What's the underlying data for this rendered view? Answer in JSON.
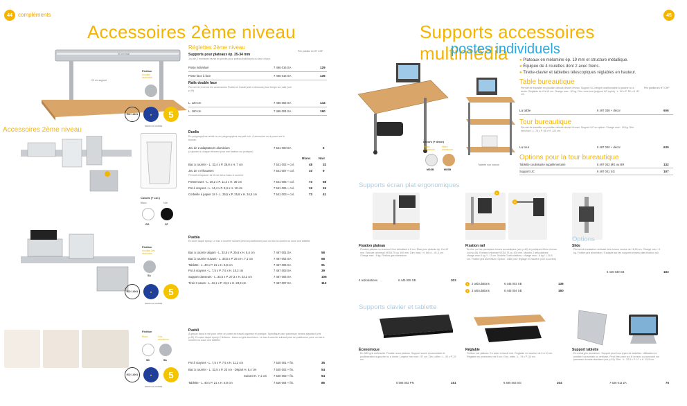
{
  "left_page": {
    "page_number": "44",
    "section_label": "compléments",
    "title": "Accessoires 2ème niveau",
    "rails": {
      "subtitle": "Réglettes 2ème niveau",
      "dim_top": "50 cm total",
      "dim_side": "20 cm support",
      "public_note": "Prix publics en HT CHF",
      "finish_label": "Finition",
      "finish_sub": "Anodisé aluminium",
      "group1_title": "Supports pour plateaux ép. 25-34 mm",
      "group1_desc": "Jeu de 2 montants munis de pinces pour poteau individuels ou face à face.",
      "group1_rows": [
        {
          "label": "Poste individuel",
          "ref": "7 466 016 SA",
          "price": "129"
        },
        {
          "label": "Poste face à face",
          "ref": "7 466 015 SA",
          "price": "136"
        }
      ],
      "group2_title": "Rails double face",
      "group2_desc": "Permet de recevoir les accessoires Puebla et Duola (voir ci-dessous) tout temps sur rails (voir p.49)",
      "group2_rows": [
        {
          "label": "L. 120 cm",
          "ref": "7 466 002 SA",
          "price": "144"
        },
        {
          "label": "L. 160 cm",
          "ref": "7 466 004 SA",
          "price": "190"
        }
      ],
      "cert_iso": "ISO 14001",
      "cert_five": "5",
      "cert_caption": "dans nos usines"
    },
    "duola": {
      "section": "Accessoires 2ème niveau",
      "title": "Duolis",
      "desc": "En polypropylène teinté ou en polypropylène recyclé noir. À accrocher ou à poser sur le bureau.",
      "kit_label": "Jeu de 2 adaptateurs aluminium",
      "kit_note": "(à ajouter à chaque élément pour une fixation sur protique)",
      "kit_ref": "7 541 000 SA",
      "kit_price": "8",
      "colors_label": "Coloris (+ col.)",
      "color_blanc": "Blanc",
      "color_noir": "Noir",
      "color_code1": "GO",
      "color_code2": "CF",
      "col_head_blanc": "Blanc",
      "col_head_noir": "Noir",
      "rows": [
        {
          "label": "Bac à courrier - L. 33,4 x P. 26,8 x H. 7 cm",
          "ref": "7 541 002 + col.",
          "p1": "48",
          "p2": "32"
        },
        {
          "label": "Jeu de 4 réhausses",
          "ref": "7 541 007 + col.",
          "p1": "10",
          "p2": "9"
        },
        {
          "label": "Permet d'espacer de 5 cm deux bacs à courrier",
          "ref": "",
          "p1": "",
          "p2": ""
        },
        {
          "label": "Porterevues - L. 26,2 x P. 11,2 x H. 30 cm",
          "ref": "7 541 005 + col.",
          "p1": "73",
          "p2": "58"
        },
        {
          "label": "Pot à crayons - L. 14,4 x P. 8,3 x H. 10 cm",
          "ref": "7 541 006 + col.",
          "p1": "19",
          "p2": "15"
        },
        {
          "label": "Corbeille à papier 18 l - L. 25,5 x P. 25,8 x H. 34,5 cm",
          "ref": "7 541 003 + col.",
          "p1": "73",
          "p2": "41"
        }
      ]
    },
    "puebla": {
      "title": "Puebla",
      "desc": "En acier laqué époxy. Le bac à courrier suivant peut se positionner pour un bac à courrier ou sous une tablette.",
      "finish_label": "Finition",
      "finish_sub": "Anodisé Gris aluminium",
      "code": "SA",
      "rows": [
        {
          "label": "Bac à courrier aligant - L. 33,5 x P. 25,6 x H. 5,4 cm",
          "ref": "7 467 001 SA",
          "price": "58"
        },
        {
          "label": "Bac à courrier suivant - L. 33,5 x P. 25 x H. 7,1 cm",
          "ref": "7 467 002 SA",
          "price": "68"
        },
        {
          "label": "Tablette - L. 40 x P. 21 x H. 5,9 cm",
          "ref": "7 467 006 SA",
          "price": "91"
        },
        {
          "label": "Pot à crayons - L. 7,5 x P. 7,5 x H. 10,2 cm",
          "ref": "7 467 003 SA",
          "price": "39"
        },
        {
          "label": "Support classeurs - L. 33,5 x P. 27,3 x H. 23,2 cm",
          "ref": "7 467 005 SA",
          "price": "106"
        },
        {
          "label": "Tiroir 3 cases - L. 44,1 x P. 23,2 x H. 23,9 cm",
          "ref": "7 467 007 SA",
          "price": "113"
        }
      ]
    },
    "puebli": {
      "title": "Puebli",
      "desc": "À glisser dans le rail pour créer un poste de travail organisé et pratique. Spécifiques aux panneaux écrans standard (voir p.49). En acier laqué époxy 2 finitions : blanc ou gris aluminium. Le bac à courrier suivant peut se positionner pour un bac à courrier ou sous une tablette.",
      "finish_label": "Finition",
      "finish_blanc": "Blanc",
      "finish_gris": "Gris aluminium",
      "code1": "SD",
      "code2": "SA",
      "rows": [
        {
          "label": "Pot à crayons - L. 7,5 x P. 7,5 x H. 11,2 cm",
          "ref": "7 520 001 + fin.",
          "price": "35"
        },
        {
          "label": "Bac à courrier - L. 33,5 x P. 23 cm - Départ H. 5,4 cm",
          "ref": "7 520 002 + fin.",
          "price": "54"
        },
        {
          "label": "Suivant H. 7,1 cm",
          "ref": "7 520 003 + fin.",
          "price": "64"
        },
        {
          "label": "Tablette - L. 40 x P. 21 x H. 5,9 cm",
          "ref": "7 520 004 + fin.",
          "price": "86"
        }
      ]
    }
  },
  "right_page": {
    "page_number": "45",
    "title": "Supports accessoires multimédia",
    "subtitle": "postes individuels",
    "features": [
      "Plateaux en mélamine ép. 19 mm et structure métallique.",
      "Équipée de 4 roulettes dont 2 avec freins.",
      "Tirette-clavier et tablettes télescopiques réglables en hauteur."
    ],
    "table": {
      "section": "Table bureautique",
      "desc": "Permet de travailler en position debout devant l'écran. Support UC intégré positionnable à gauche ou à droite. Réglable de 0 à 25 cm. Charge max : 30 kg. Dim. hors tout (support UC replié) : L. 90 x P. 50 x H. 81 cm.",
      "public_note": "Prix publics en HT CHF",
      "label": "La table",
      "ref": "6 497 038 + décor",
      "price": "606"
    },
    "decor": {
      "label": "Décors (+ décor)",
      "d1": "Blanc aluminium",
      "d2": "Hêtre aluminium",
      "c1": "MGSB",
      "c2": "MXSB",
      "tower_caption": "Tablette non incluse"
    },
    "tower": {
      "section": "Tour bureautique",
      "desc": "Permet de travailler en position debout devant l'écran. Support UC en option. Charge max : 30 kg. Dim. hors tout : L. 78 x P. 65 x H. 120 cm.",
      "label": "La tour",
      "ref": "6 497 040 + décor",
      "price": "639"
    },
    "options": {
      "section": "Options pour la tour bureautique",
      "rows": [
        {
          "label": "Tablette coulissante supplémentaire",
          "ref": "6 497 042 MG ou BR",
          "price": "132"
        },
        {
          "label": "Support UC",
          "ref": "6 497 041 SG",
          "price": "107"
        }
      ]
    },
    "ergonomic": {
      "section": "Supports écran plat ergonomiques",
      "fixation_plateau": {
        "title": "Fixation plateau",
        "desc": "Fixation plateau ou traversé d'un débattant à 8 cm. Étau pour plateau ép. 8 à 42 mm. Entraxe universel VESA 75 ou 100 mm. Dim. bras : H. 66 x L. 41,3 cm. Charge max : 8 kg. Finition gris aluminium.",
        "row_label": "4 articulations",
        "ref": "6 445 005 SB",
        "price": "303"
      },
      "fixation_rail": {
        "title": "Fixation rail",
        "desc": "Se fixe sur les panneaux écrans acoustiques (voir p.40) et portiques 2ème niveau (voir p.48). Entraxe universel VESA 75 ou 100 mm. Modèle 2 articulations : charge max 8 kg / L 13 cm. Modèle 3 articulations : charge max : 8 kg / L 24,5 cm. Finition gris aluminium. Option : slide pour réglage en hauteur (voir ci-contre).",
        "rows": [
          {
            "num": "1",
            "label": "2 articulations",
            "ref": "6 445 003 SB",
            "price": "136"
          },
          {
            "num": "2",
            "label": "3 articulations",
            "ref": "6 445 004 SB",
            "price": "160"
          }
        ]
      },
      "options_label": "Options",
      "slide": {
        "title": "Slide",
        "desc": "Permet la translation verticale des écrans course de 16,50 cm. Charge max : 8 kg. Finition gris aluminium. S'adapte sur les supports écrans plats fixation rail.",
        "ref": "6 445 030 SB",
        "price": "183"
      }
    },
    "keyboard": {
      "section": "Supports clavier et tablette",
      "economique": {
        "title": "Économique",
        "desc": "En ABS gris anthracite. Fixation sous plateau. Support souris escamotable et positionnable à gauche ou à droite. Largeur hors tout : 57 cm. Dim. utiles : L. 49 x P. 22 cm.",
        "ref": "6 505 002 PN",
        "price": "151"
      },
      "reglable": {
        "title": "Réglable",
        "desc": "Finition noir plateau. En acier embouti noir. Réglable en hauteur de 6 à 10 cm. Réglable en profondeur de 5 cm. Dim. utiles : L. 74 x P. 34 cm.",
        "ref": "6 505 003 SG",
        "price": "204"
      },
      "tablette": {
        "title": "Support tablette",
        "desc": "En métal gris aluminium. Support pour tous types de tablettes. Utilisation en position horizontale ou verticale. Peut être posé sur le bureau ou accroché sur panneaux écrans standard (voir p.49). Dim. : L. 22,5 x P. 17 x H. 15,5 cm.",
        "ref": "7 626 011 ZA",
        "price": "70"
      }
    }
  },
  "colors": {
    "accent": "#f5b400",
    "blue": "#2aa7e0",
    "light_blue": "#a8cfe8"
  }
}
